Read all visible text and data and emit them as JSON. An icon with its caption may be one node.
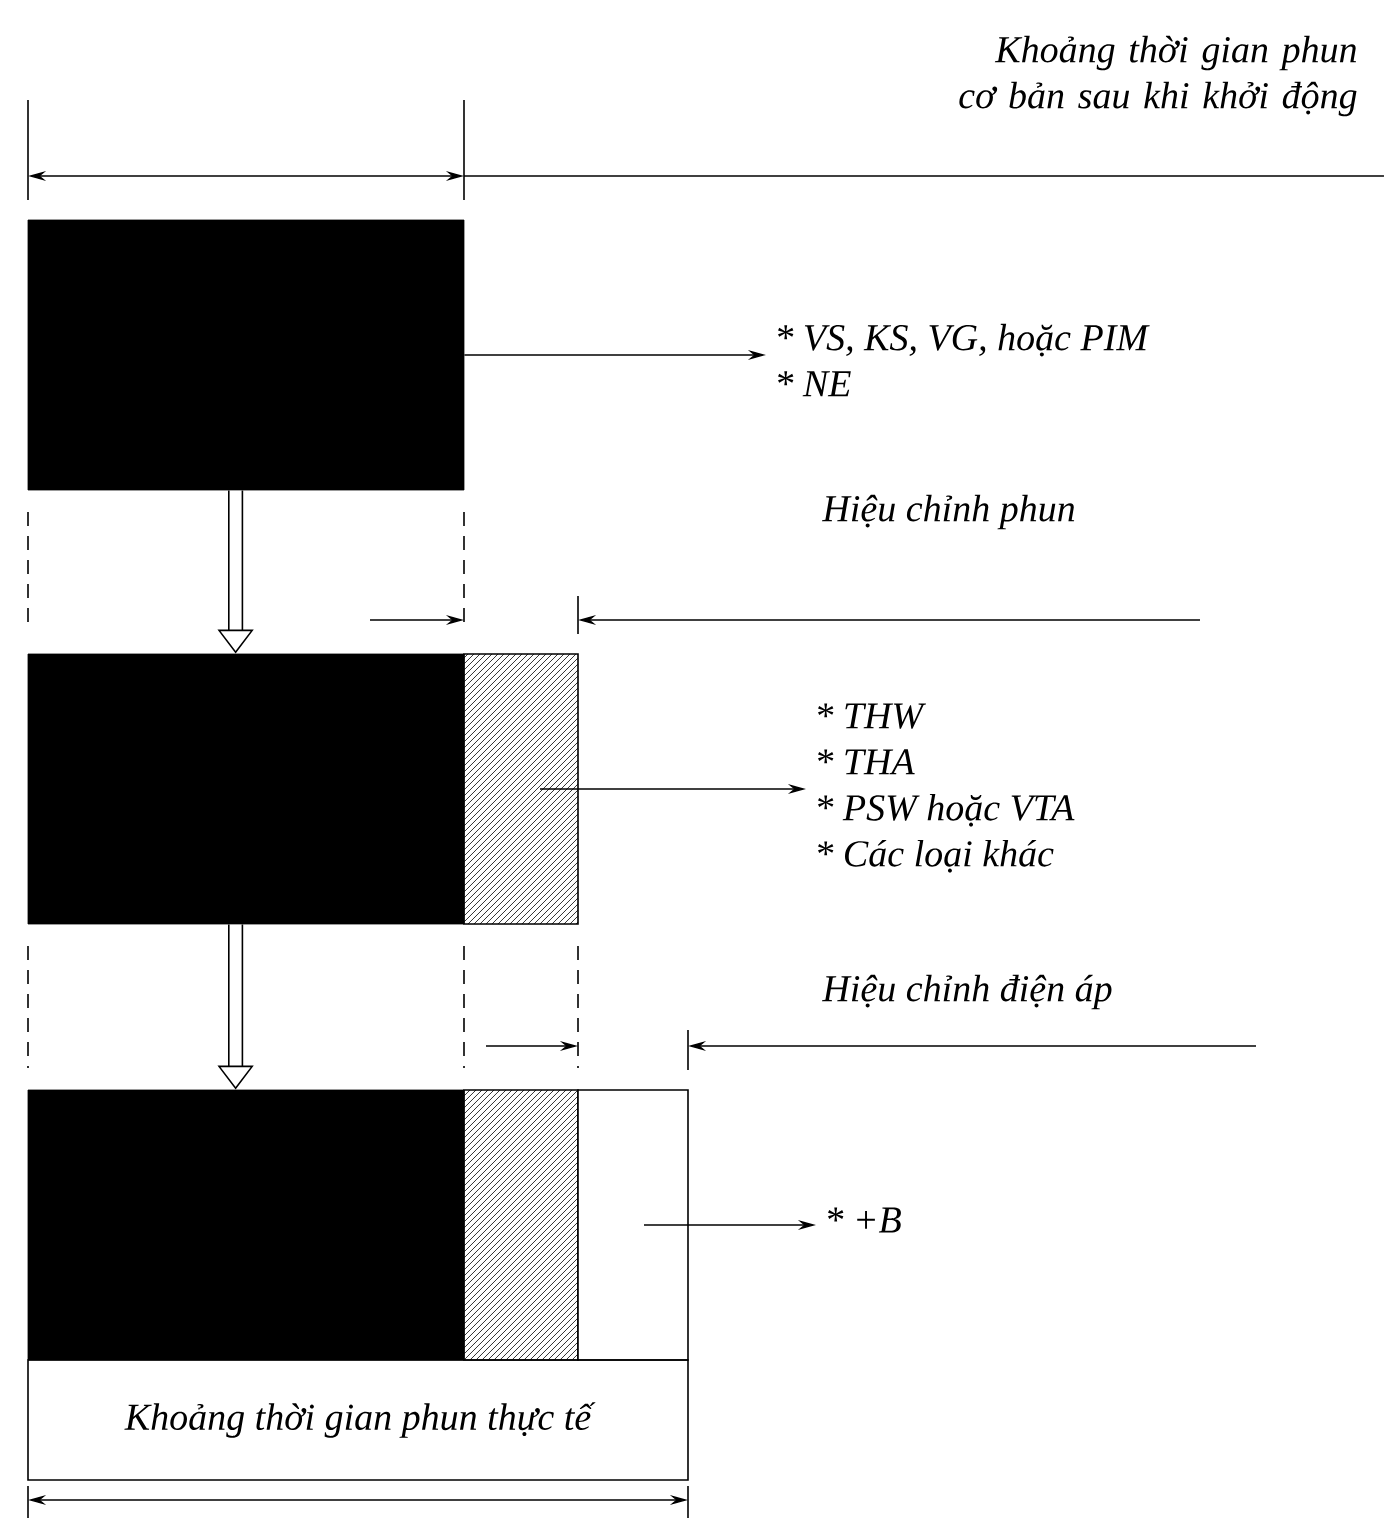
{
  "diagram": {
    "nodes": [
      {
        "text": [],
        "shape": "bar"
      },
      {
        "text": [
          "* VS, KS, VG, hoặc PIM",
          "* NE"
        ]
      },
      {
        "text": [],
        "shape": "bar"
      },
      {
        "text": [],
        "shape": "bar"
      },
      {
        "text": [
          "* THW",
          "* THA",
          "* PSW hoặc VTA",
          "* Các loại khác"
        ]
      },
      {
        "text": [],
        "shape": "bar"
      },
      {
        "text": [],
        "shape": "bar"
      },
      {
        "text": [],
        "shape": "box"
      },
      {
        "text": [
          "* +B"
        ]
      },
      {
        "text": [
          "Khoảng thời gian phun thực tế"
        ]
      }
    ],
    "edges": [
      {
        "from": 0,
        "to": 1,
        "arrow": "to"
      },
      {
        "from": 0,
        "to": 2,
        "arrow": "to",
        "style": "thick"
      },
      {
        "from": 3,
        "to": 4,
        "arrow": "to"
      },
      {
        "from": 2,
        "to": 5,
        "arrow": "to",
        "style": "thick"
      },
      {
        "from": 7,
        "to": 8,
        "arrow": "to"
      }
    ],
    "labels": [
      "Khoảng thời gian phun cơ bản sau khi khởi động",
      "Hiệu chỉnh phun",
      "Hiệu chỉnh điện áp"
    ]
  }
}
